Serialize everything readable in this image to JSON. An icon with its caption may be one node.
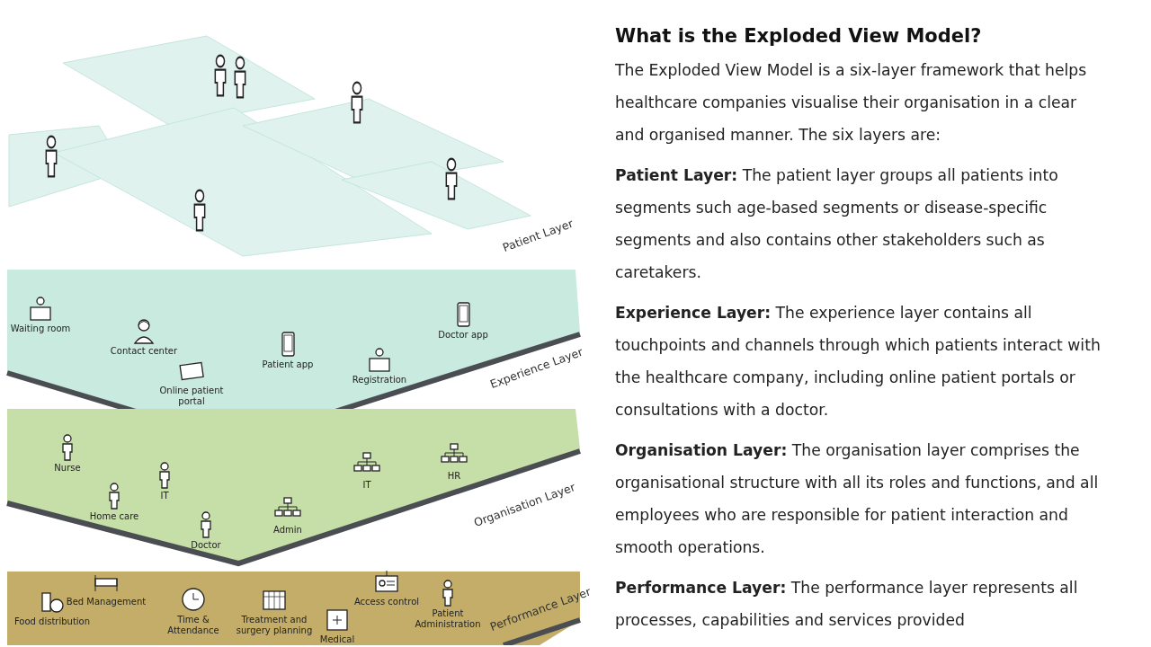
{
  "diagram": {
    "title": "What is the Exploded View Model?",
    "nodes": [
      {
        "text": [
          "Patient Layer"
        ]
      },
      {
        "text": [
          "Experience Layer"
        ]
      },
      {
        "text": [
          "Waiting room"
        ],
        "in": 1
      },
      {
        "text": [
          "Contact center"
        ],
        "in": 1
      },
      {
        "text": [
          "Online patient portal"
        ],
        "in": 1
      },
      {
        "text": [
          "Patient app"
        ],
        "in": 1
      },
      {
        "text": [
          "Registration"
        ],
        "in": 1
      },
      {
        "text": [
          "Doctor app"
        ],
        "in": 1
      },
      {
        "text": [
          "Organisation Layer"
        ]
      },
      {
        "text": [
          "Nurse"
        ],
        "in": 8
      },
      {
        "text": [
          "IT"
        ],
        "in": 8
      },
      {
        "text": [
          "Home care"
        ],
        "in": 8
      },
      {
        "text": [
          "Doctor"
        ],
        "in": 8
      },
      {
        "text": [
          "Admin"
        ],
        "in": 8
      },
      {
        "text": [
          "IT"
        ],
        "in": 8
      },
      {
        "text": [
          "HR"
        ],
        "in": 8
      },
      {
        "text": [
          "Performance Layer"
        ]
      },
      {
        "text": [
          "Food distribution"
        ],
        "in": 16
      },
      {
        "text": [
          "Bed Management"
        ],
        "in": 16
      },
      {
        "text": [
          "Time & Attendance"
        ],
        "in": 16
      },
      {
        "text": [
          "Treatment and surgery planning"
        ],
        "in": 16
      },
      {
        "text": [
          "Medical"
        ],
        "in": 16
      },
      {
        "text": [
          "Access control"
        ],
        "in": 16
      },
      {
        "text": [
          "Patient Administration"
        ],
        "in": 16
      }
    ],
    "edges": [],
    "labels": [
      "The Exploded View Model is a six-layer framework that helps healthcare companies visualise their organisation in a clear and organised manner. The six layers are:",
      "**Patient Layer:** The patient layer groups all patients into segments such age-based segments or disease-specific segments and also contains other stakeholders such as caretakers.",
      "**Experience Layer:** The experience layer contains all touchpoints and channels through which patients interact with the healthcare company, including online patient portals or consultations with a doctor.",
      "**Organisation Layer:** The organisation layer comprises the organisational structure with all its roles and functions, and all employees who are responsible for patient interaction and smooth operations.",
      "**Performance Layer:** The performance layer represents all processes, capabilities and services provided"
    ]
  }
}
